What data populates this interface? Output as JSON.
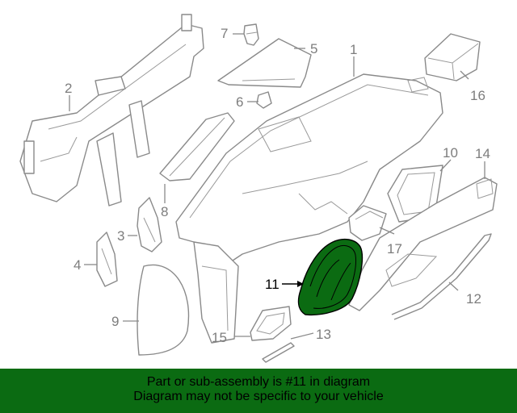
{
  "callouts": {
    "c1": "1",
    "c2": "2",
    "c3": "3",
    "c4": "4",
    "c5": "5",
    "c6": "6",
    "c7": "7",
    "c8": "8",
    "c9": "9",
    "c10": "10",
    "c11": "11",
    "c12": "12",
    "c13": "13",
    "c14": "14",
    "c15": "15",
    "c16": "16",
    "c17": "17"
  },
  "highlighted_part": "11",
  "colors": {
    "highlight": "#0b6b12",
    "banner": "#0b6b12",
    "line": "#8a8a8a"
  },
  "banner": {
    "line1": "Part or sub-assembly is #11 in diagram",
    "line2": "Diagram may not be specific to your vehicle"
  }
}
